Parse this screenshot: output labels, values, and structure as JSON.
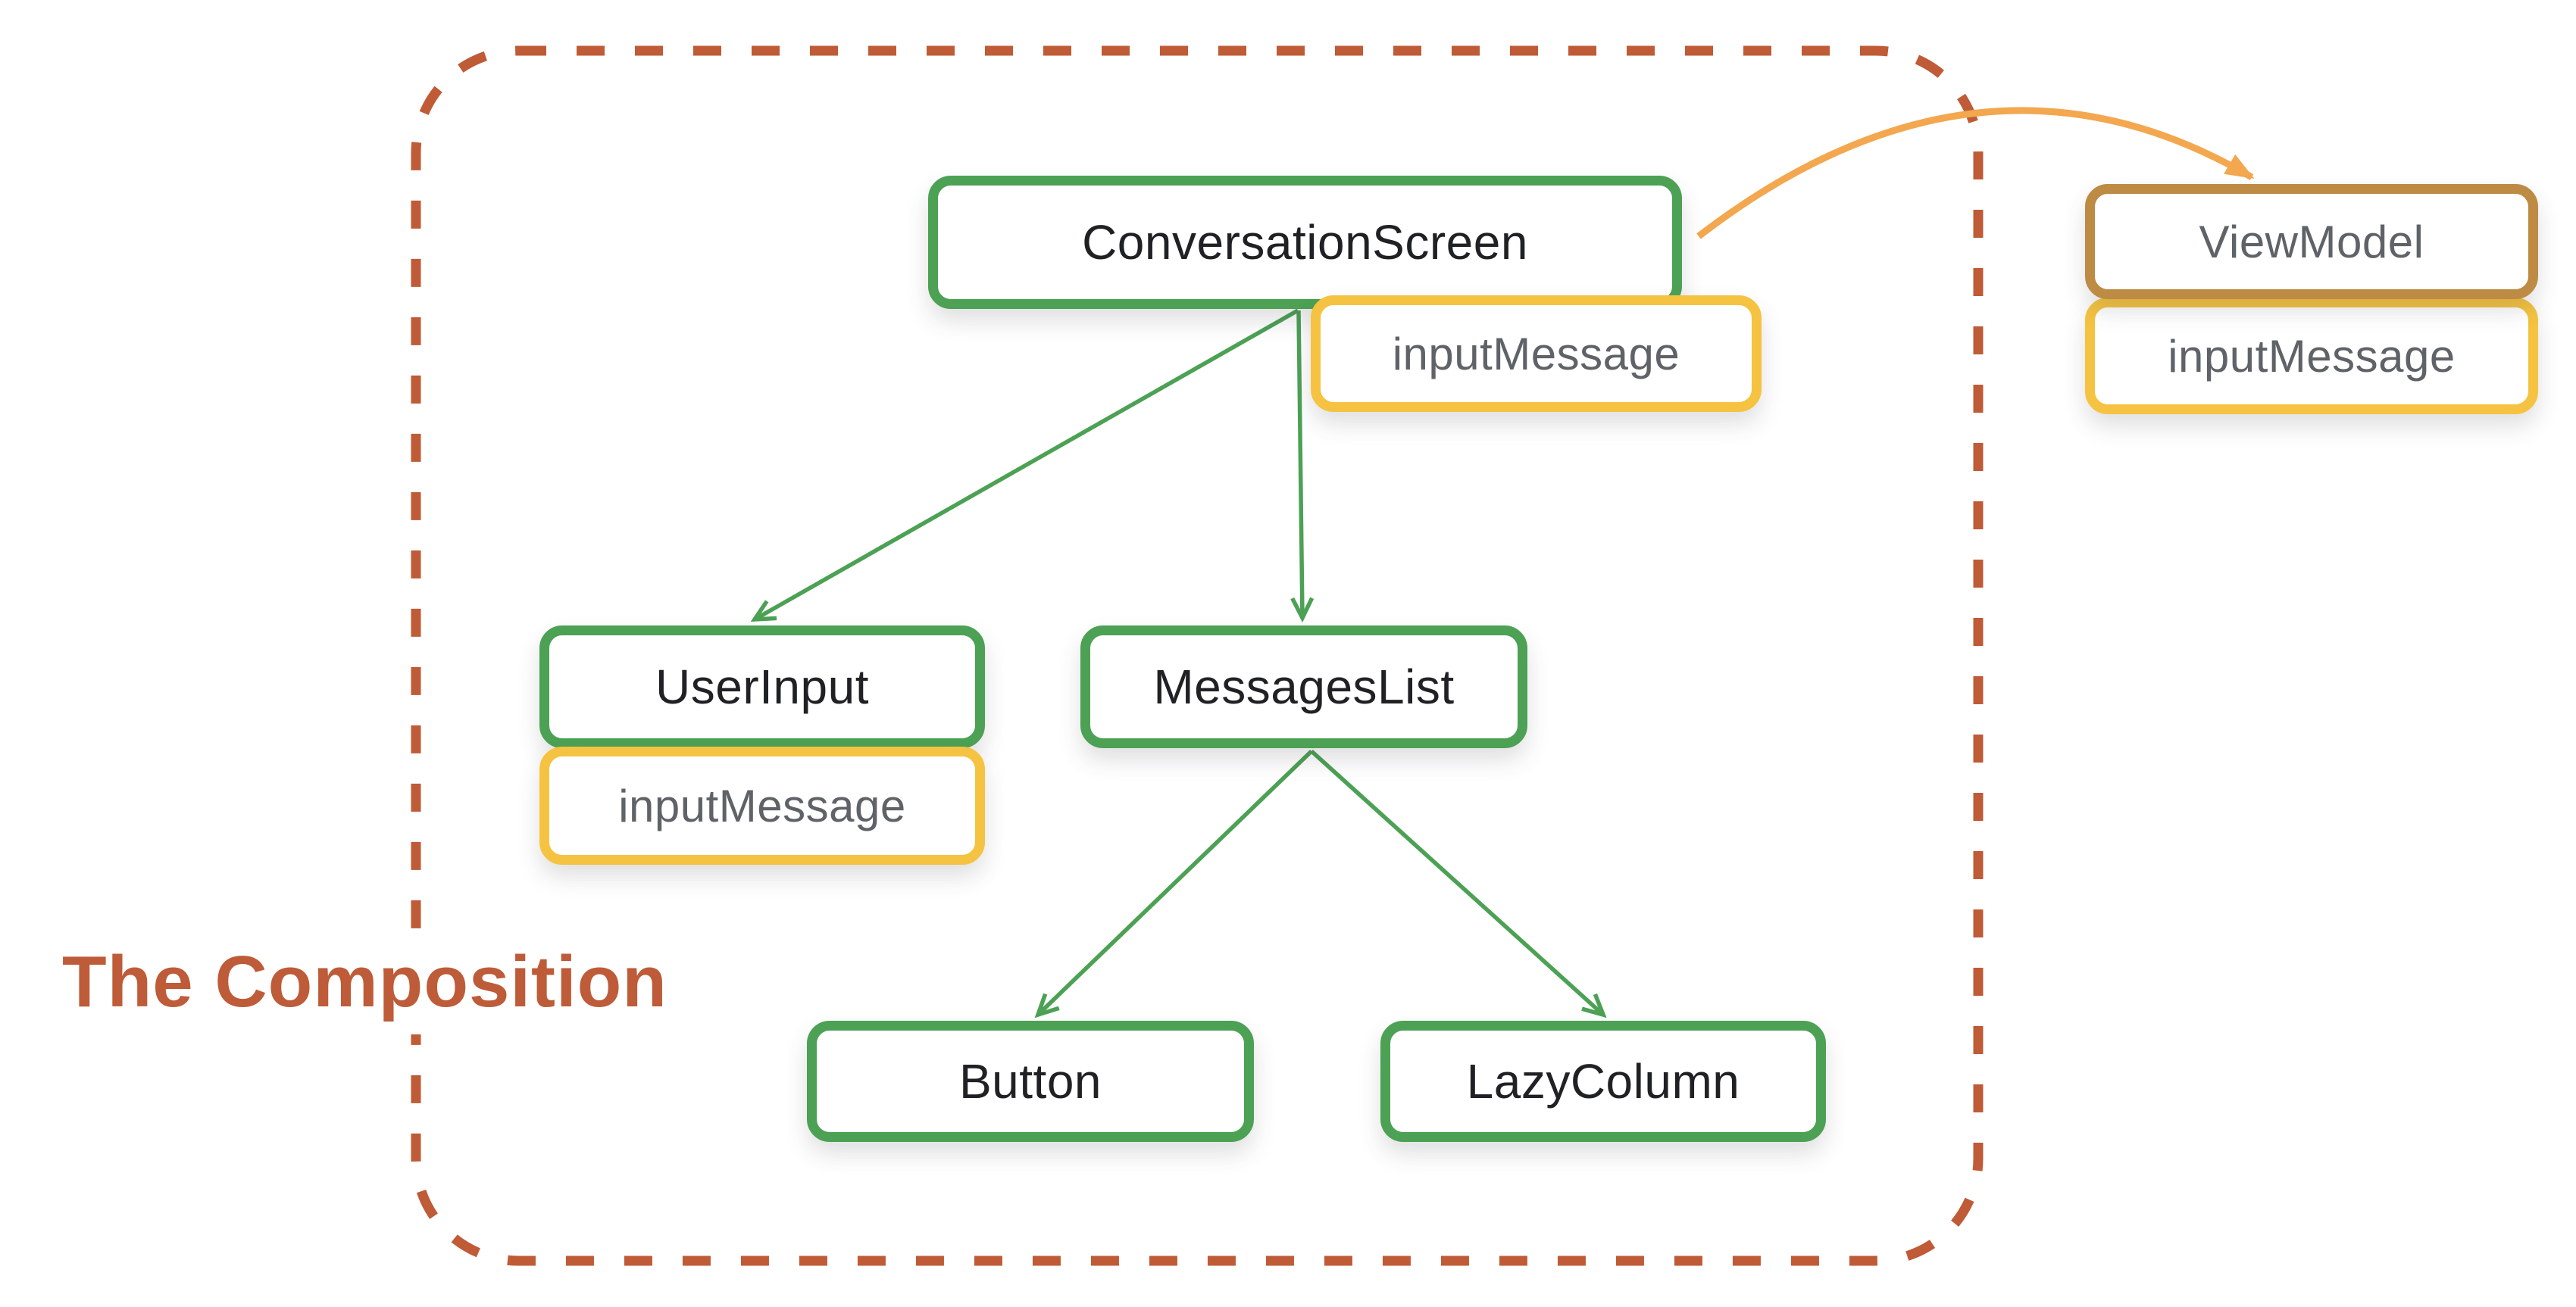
{
  "diagram": {
    "title": "The Composition",
    "nodes": {
      "conversationScreen": {
        "label": "ConversationScreen"
      },
      "inputMessageConversation": {
        "label": "inputMessage"
      },
      "userInput": {
        "label": "UserInput"
      },
      "inputMessageUserInput": {
        "label": "inputMessage"
      },
      "messagesList": {
        "label": "MessagesList"
      },
      "button": {
        "label": "Button"
      },
      "lazyColumn": {
        "label": "LazyColumn"
      },
      "viewModel": {
        "label": "ViewModel"
      },
      "inputMessageViewModel": {
        "label": "inputMessage"
      }
    },
    "edges": [
      {
        "from": "ConversationScreen",
        "to": "UserInput",
        "style": "green-solid"
      },
      {
        "from": "ConversationScreen",
        "to": "MessagesList",
        "style": "green-solid"
      },
      {
        "from": "MessagesList",
        "to": "Button",
        "style": "green-solid"
      },
      {
        "from": "MessagesList",
        "to": "LazyColumn",
        "style": "green-solid"
      },
      {
        "from": "ConversationScreen",
        "to": "ViewModel",
        "style": "orange-curved"
      }
    ]
  },
  "colors": {
    "green": "#4CA154",
    "yellow": "#F5C341",
    "tan": "#BD8B43",
    "orange": "#F3A74F",
    "rust": "#BF5B36",
    "rust-title": "#BE5B38",
    "gray": "#5F6368",
    "ink": "#202124"
  }
}
